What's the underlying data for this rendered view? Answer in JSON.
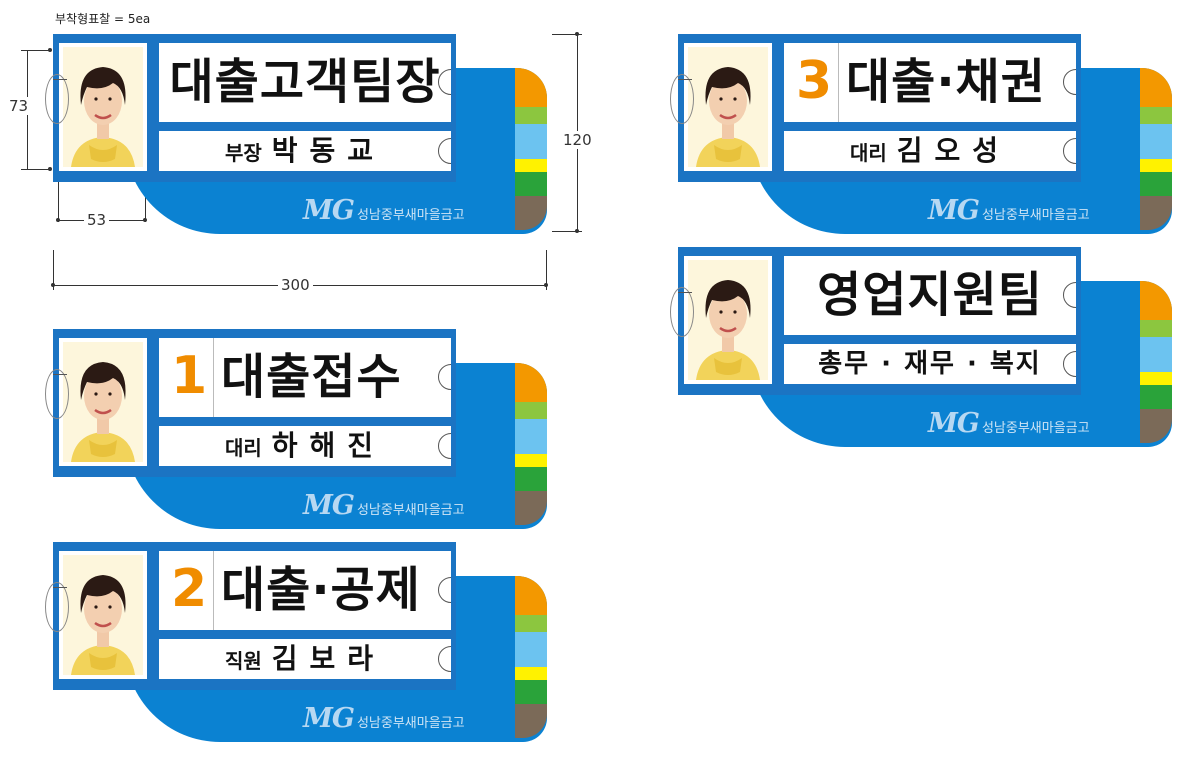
{
  "note": "부착형표찰 = 5ea",
  "dimensions": {
    "height_photo": "73",
    "width_photo": "53",
    "height_total": "120",
    "width_total": "300"
  },
  "stripe_colors": [
    "#f39800",
    "#8cc63f",
    "#6cc3f0",
    "#fff200",
    "#2aa33a",
    "#7b6a58"
  ],
  "brand": {
    "logo": "MG",
    "bank_name": "성남중부새마을금고",
    "band_color": "#1b74c3",
    "swoosh_color": "#0b82d2",
    "number_color": "#f08c00"
  },
  "plates": [
    {
      "number": "",
      "title": "대출고객팀장",
      "rank": "부장",
      "name": "박동교",
      "dept": ""
    },
    {
      "number": "3",
      "title": "대출·채권",
      "rank": "대리",
      "name": "김오성",
      "dept": ""
    },
    {
      "number": "",
      "title": "영업지원팀",
      "rank": "",
      "name": "",
      "dept": "총무 · 재무 · 복지"
    },
    {
      "number": "1",
      "title": "대출접수",
      "rank": "대리",
      "name": "하해진",
      "dept": ""
    },
    {
      "number": "2",
      "title": "대출·공제",
      "rank": "직원",
      "name": "김보라",
      "dept": ""
    }
  ]
}
